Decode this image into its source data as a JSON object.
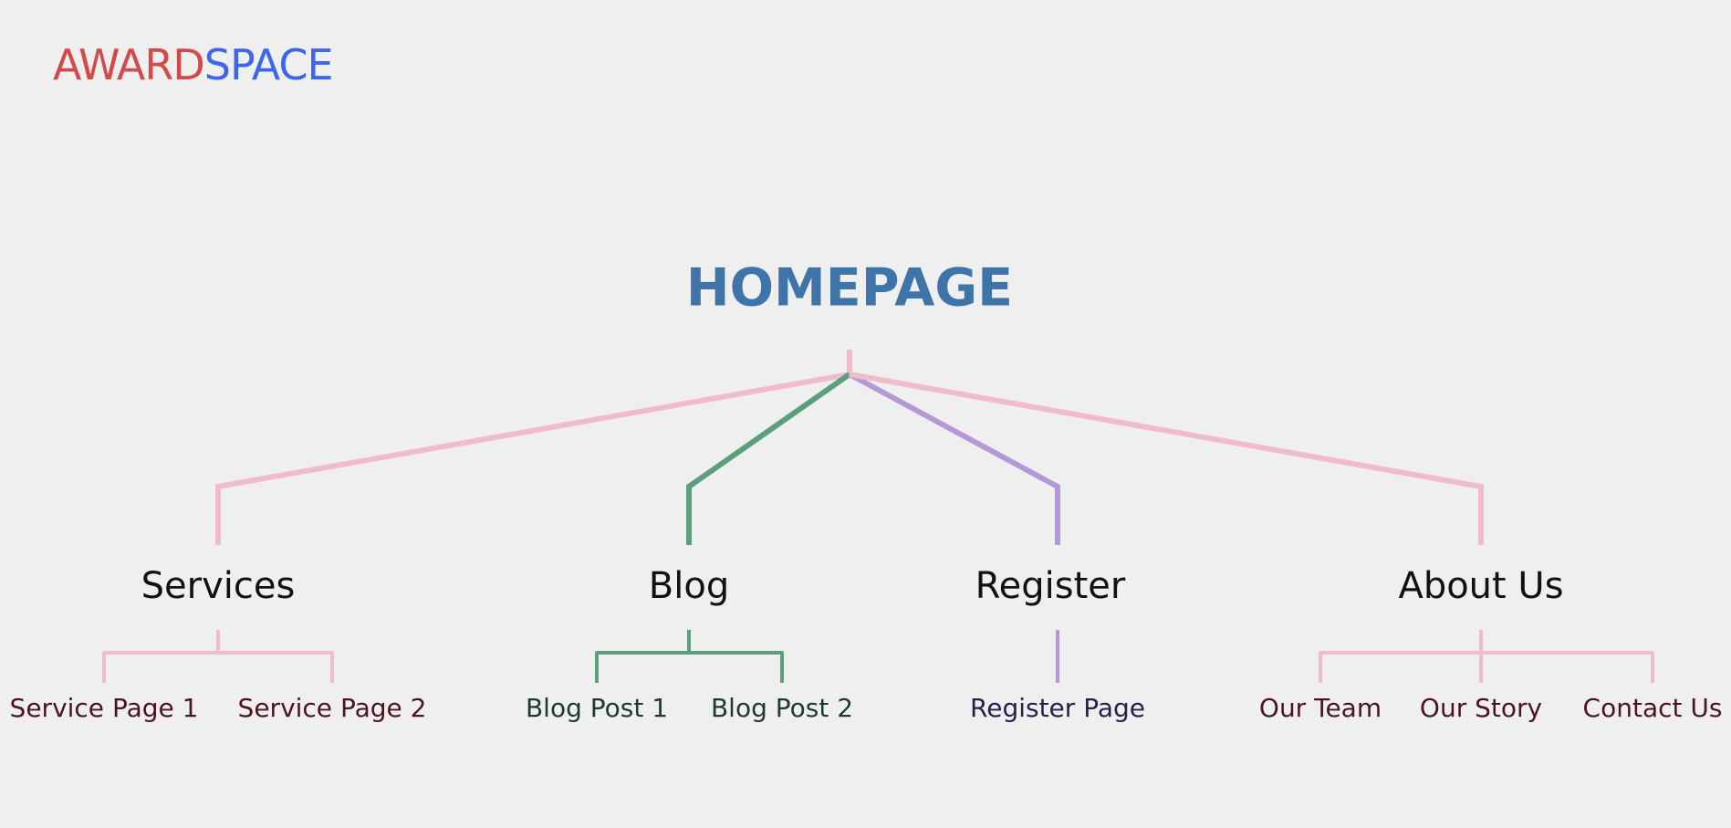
{
  "brand": {
    "part1": "AWARD",
    "part2": "SPACE",
    "color1": "#d24a4a",
    "color2": "#3d66ee"
  },
  "root": {
    "label": "HOMEPAGE",
    "color": "#3e74a8"
  },
  "sections": [
    {
      "label": "Services",
      "line_color": "#f0bccb",
      "text_color": "#4a1520",
      "children": [
        "Service Page 1",
        "Service Page 2"
      ]
    },
    {
      "label": "Blog",
      "line_color": "#5aa07d",
      "text_color": "#1e3a30",
      "children": [
        "Blog Post 1",
        "Blog Post 2"
      ]
    },
    {
      "label": "Register",
      "line_color": "#b498d8",
      "text_color": "#2a1e4a",
      "children": [
        "Register Page"
      ]
    },
    {
      "label": "About Us",
      "line_color": "#f0bccb",
      "text_color": "#4a1520",
      "children": [
        "Our Team",
        "Our Story",
        "Contact Us"
      ]
    }
  ]
}
